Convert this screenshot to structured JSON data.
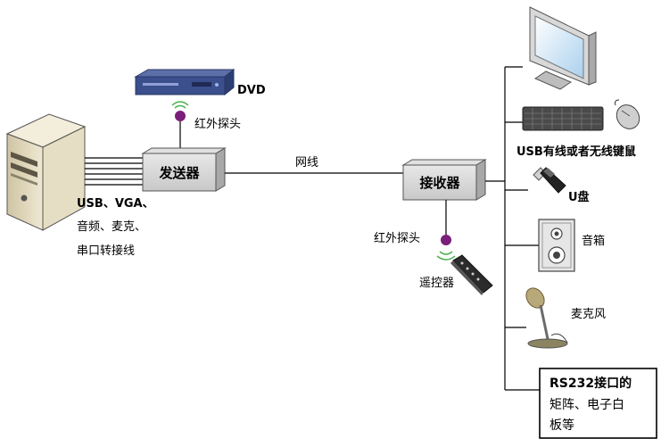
{
  "labels": {
    "dvd": "DVD",
    "ir_probe_top": "红外探头",
    "sender": "发送器",
    "network_cable": "网线",
    "receiver": "接收器",
    "ir_probe_bottom": "红外探头",
    "remote": "遥控器",
    "cables_line1": "USB、VGA、",
    "cables_line2": "音频、麦克、",
    "cables_line3": "串口转接线",
    "usb_keyboard_mouse": "USB有线或者无线键鼠",
    "u_disk": "U盘",
    "speaker": "音箱",
    "microphone": "麦克风",
    "rs232_line1": "RS232接口的",
    "rs232_line2": "矩阵、电子白",
    "rs232_line3": "板等"
  },
  "icons": {
    "pc_tower": "pc-tower-icon",
    "dvd_player": "dvd-player-icon",
    "ir_sensor": "ir-sensor-icon",
    "monitor": "monitor-icon",
    "keyboard": "keyboard-icon",
    "mouse": "mouse-icon",
    "usb_drive": "usb-drive-icon",
    "speaker": "speaker-icon",
    "microphone": "microphone-icon",
    "remote": "remote-control-icon"
  },
  "colors": {
    "line": "#000000",
    "box_fill": "#d9d9d9",
    "ir_dot": "#7a1f7a",
    "ir_wave": "#4caf50",
    "dvd_body": "#3b4f8c"
  }
}
